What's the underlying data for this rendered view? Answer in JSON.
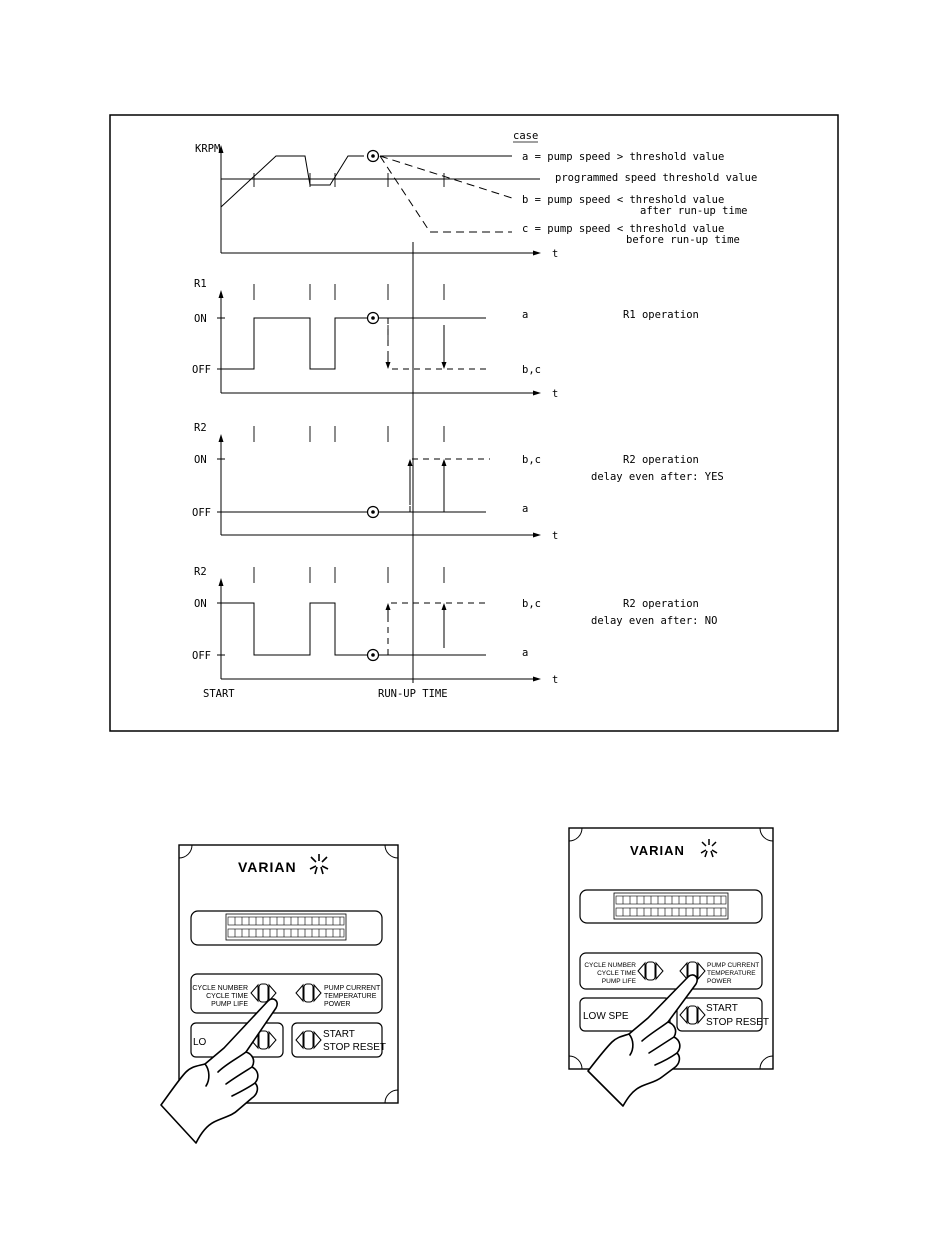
{
  "diagram": {
    "header_case": "case",
    "y_axis_krpm": "KRPM",
    "time_axis_label": "t",
    "speed_chart": {
      "case_a": "a  = pump speed > threshold value",
      "threshold_label": "programmed speed threshold value",
      "case_b_line1": "b  = pump speed < threshold value",
      "case_b_line2": "after run-up time",
      "case_c_line1": "c  = pump speed < threshold value",
      "case_c_line2": "before run-up time"
    },
    "r1_chart": {
      "relay": "R1",
      "on": "ON",
      "off": "OFF",
      "case_on": "a",
      "case_off": "b,c",
      "title": "R1 operation"
    },
    "r2_yes_chart": {
      "relay": "R2",
      "on": "ON",
      "off": "OFF",
      "case_on": "b,c",
      "case_off": "a",
      "title": "R2 operation",
      "delay_text": "delay even after:  YES"
    },
    "r2_no_chart": {
      "relay": "R2",
      "on": "ON",
      "off": "OFF",
      "case_on": "b,c",
      "case_off": "a",
      "title": "R2 operation",
      "delay_text": "delay even after:  NO"
    },
    "start_label": "START",
    "runup_label": "RUN-UP TIME"
  },
  "panels": [
    {
      "brand": "VARIAN",
      "left_keys": [
        "CYCLE NUMBER",
        "CYCLE TIME",
        "PUMP LIFE"
      ],
      "right_keys": [
        "PUMP CURRENT",
        "TEMPERATURE",
        "POWER"
      ],
      "low_speed": "LO",
      "start_stop": [
        "START",
        "STOP  RESET"
      ]
    },
    {
      "brand": "VARIAN",
      "left_keys": [
        "CYCLE NUMBER",
        "CYCLE TIME",
        "PUMP LIFE"
      ],
      "right_keys": [
        "PUMP CURRENT",
        "TEMPERATURE",
        "POWER"
      ],
      "low_speed": "LOW SPE",
      "start_stop": [
        "START",
        "STOP  RESET"
      ]
    }
  ]
}
